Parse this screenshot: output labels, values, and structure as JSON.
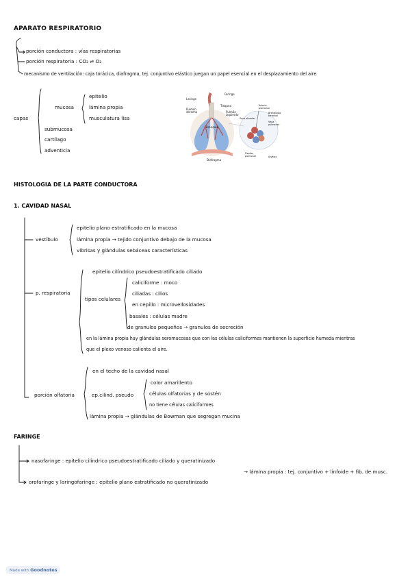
{
  "title": "APARATO RESPIRATORIO",
  "intro": {
    "porcion_conductora": "porción conductora : vías respiratorias",
    "porcion_respiratoria": "porción respiratoria : CO₂ ⇌ O₂",
    "mecanismo": "mecanismo de ventilación: caja torácica, diafragma, tej. conjuntivo elástico juegan un papel esencial en el desplazamiento del aire"
  },
  "capas": {
    "label": "capas",
    "mucosa_label": "mucosa",
    "mucosa_items": [
      "epitelio",
      "lámina propia",
      "musculatura lisa"
    ],
    "other_layers": [
      "submucosa",
      "cartílago",
      "adventicia"
    ]
  },
  "figure": {
    "labels": {
      "faringe": "Faringe",
      "laringe": "Laringe",
      "traquea": "Tráquea",
      "pulmon_derecho": "Pulmón derecho",
      "pulmon_izquierdo": "Pulmón izquierdo",
      "bronquio": "Bronquio",
      "diafragma": "Diafragma",
      "arteria_pulmonar": "Arteria pulmonar",
      "bronquiolo_terminal": "Bronquiolo terminal",
      "vena_pulmonar": "Vena pulmonar",
      "saco_alveolar": "Saco alveolar",
      "capilar_pulmonar": "Capilar pulmonar",
      "alveolo": "Alvéolo"
    }
  },
  "histologia_title": "HISTOLOGIA DE LA PARTE CONDUCTORA",
  "cavidad_nasal": {
    "title": "1. CAVIDAD NASAL",
    "vestibulo": {
      "label": "vestíbulo",
      "items": [
        "epitelio plano estratificado en la mucosa",
        "lámina propia → tejido conjuntivo debajo de la mucosa",
        "vibrisas y glándulas sebáceas características"
      ]
    },
    "respiratoria": {
      "label": "p. respiratoria",
      "epitelio": "epitelio cilíndrico pseudoestratificado ciliado",
      "tipos_label": "tipos celulares",
      "tipos": [
        "caliciforme : moco",
        "ciliadas : cilios",
        "en cepillo : microvellosidades",
        "basales : células madre",
        "de granulos pequeños → granulos de secreción"
      ],
      "nota_1": "en la lámina propia hay glándulas seromucosas que con las células caliciformes mantienen la superficie humeda mientras",
      "nota_2": "que el plexo venoso calienta el aire."
    },
    "olfatoria": {
      "label": "porción olfatoria",
      "techo": "en el techo de la cavidad nasal",
      "ep_label": "ep.cilind. pseudo",
      "ep_items": [
        "color amarillento",
        "células olfatorias y de sostén",
        "no tiene células caliciformes"
      ],
      "lamina": "lámina propia → glándulas de Bowman que segregan mucina"
    }
  },
  "faringe": {
    "title": "FARINGE",
    "nasofaringe": "nasofaringe : epitelio cilíndrico pseudoestratificado ciliado y queratinizado",
    "orofaringe": "orofaringe y laringofaringe : epitelio plano estratificado no queratinizado",
    "lamina": "→ lámina propia : tej. conjuntivo + linfoide + fib. de musc."
  },
  "footer": {
    "made_with": "Made with",
    "brand": "Goodnotes"
  }
}
